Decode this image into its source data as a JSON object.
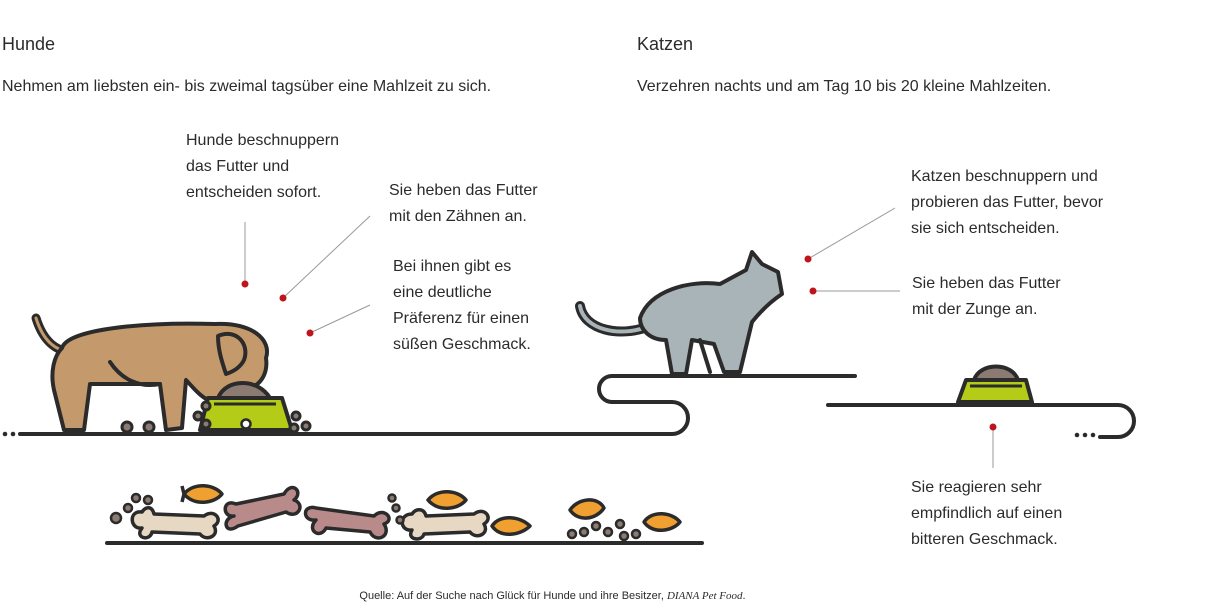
{
  "dogs": {
    "heading": "Hunde",
    "intro": "Nehmen am liebsten ein- bis zweimal tagsüber eine Mahlzeit zu sich.",
    "callout_sniff": "Hunde beschnuppern\ndas Futter und\nentscheiden sofort.",
    "callout_teeth": "Sie heben das Futter\nmit den Zähnen an.",
    "callout_sweet": "Bei ihnen gibt es\neine deutliche\nPräferenz für einen\nsüßen Geschmack."
  },
  "cats": {
    "heading": "Katzen",
    "intro": "Verzehren nachts und am Tag 10 bis 20 kleine Mahlzeiten.",
    "callout_sniff": "Katzen beschnuppern und\nprobieren das Futter, bevor\nsie sich entscheiden.",
    "callout_tongue": "Sie heben das Futter\nmit der Zunge an.",
    "callout_bitter": "Sie reagieren sehr\nempfindlich auf einen\nbitteren Geschmack."
  },
  "source": {
    "text": "Quelle: Auf der Suche nach Glück für Hunde und ihre Besitzer, ",
    "publisher": "DIANA Pet Food",
    "end": "."
  },
  "colors": {
    "line": "#2b2b2b",
    "dot": "#c0141c",
    "leader": "#9a9a9a",
    "dog": "#c49a6c",
    "cat": "#a9b4b9",
    "bowl": "#b4cc17",
    "bone_pink": "#b88a8a",
    "bone_cream": "#e6d8c3",
    "fish": "#f0a030",
    "kibble": "#8b7b72"
  }
}
